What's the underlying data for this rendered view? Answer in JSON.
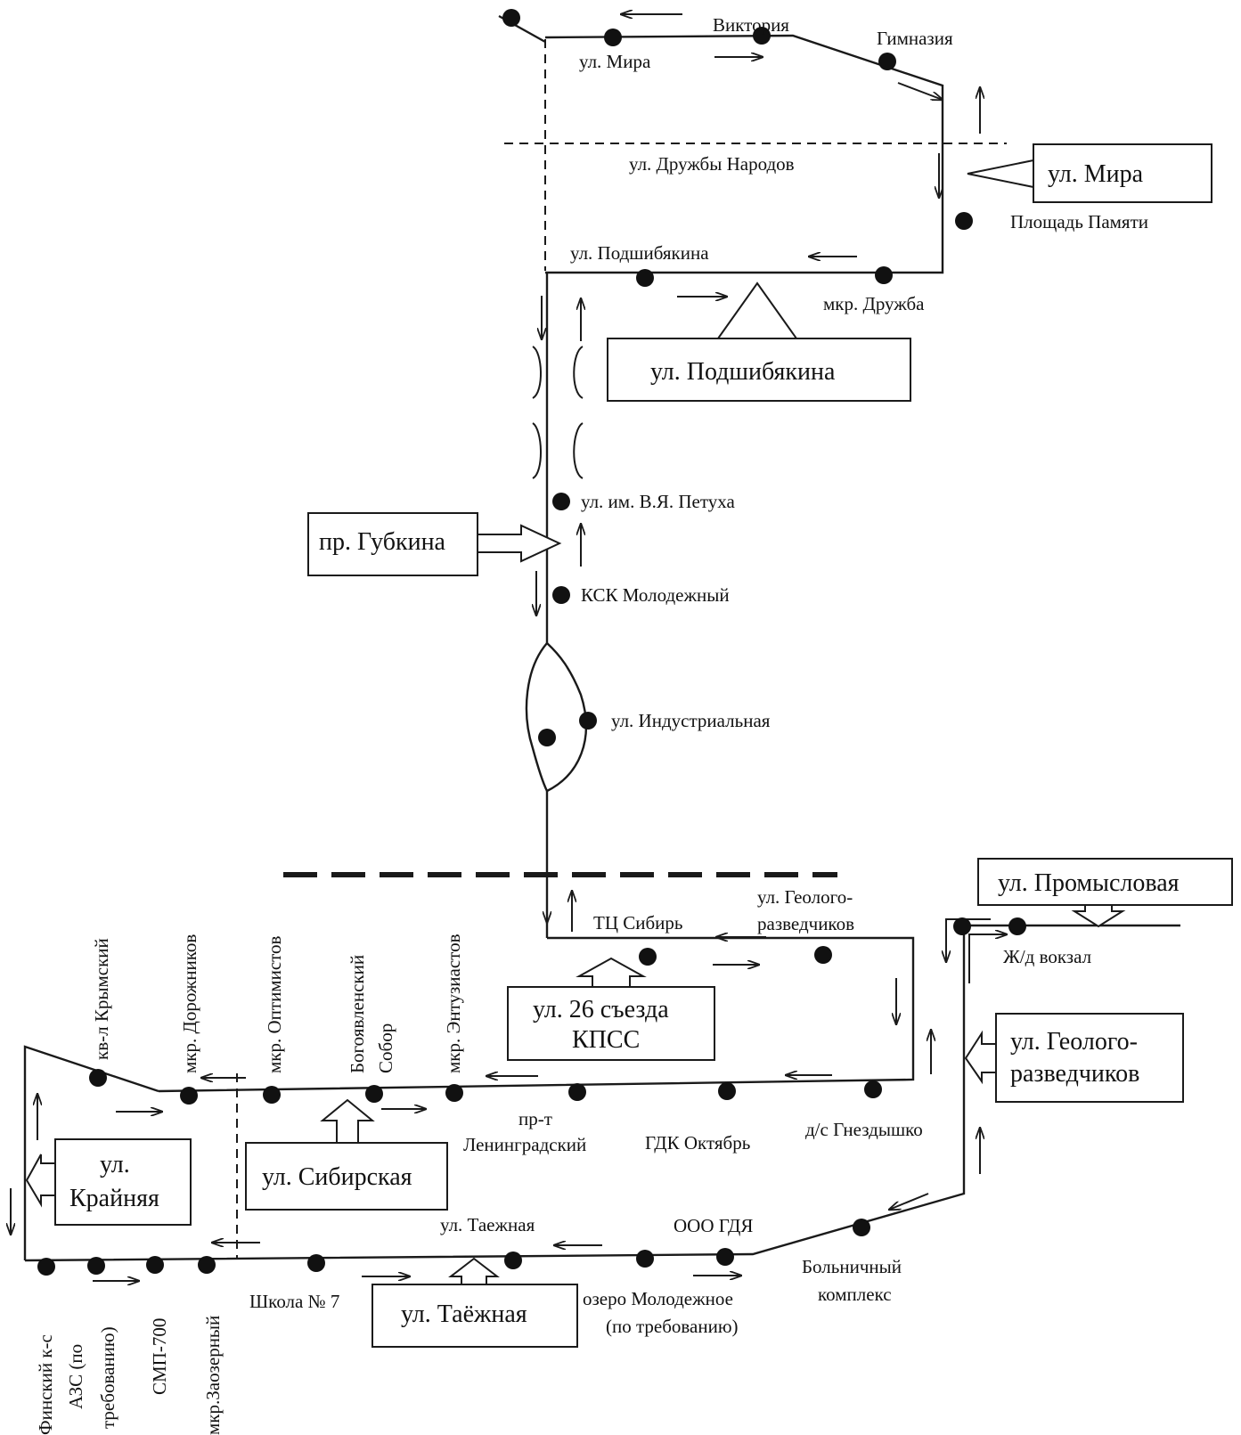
{
  "map": {
    "stops": {
      "viktoriya": "Виктория",
      "ul_mira_top": "ул. Мира",
      "gimnaziya": "Гимназия",
      "ploshchad_pamyati": "Площадь Памяти",
      "ul_podshibyakina": "ул. Подшибякина",
      "mkr_druzhba": "мкр. Дружба",
      "ul_petukha": "ул. им. В.Я. Петуха",
      "ksk_molodezhny": "КСК Молодежный",
      "ul_industrialnaya": "ул. Индустриальная",
      "tts_sibir": "ТЦ Сибирь",
      "geolog_1": "ул. Геолого-",
      "geolog_2": "разведчиков",
      "zhd_vokzal": "Ж/д вокзал",
      "kv_krymsky": "кв-л Крымский",
      "mkr_dorozhnikov": "мкр. Дорожников",
      "mkr_optimistov": "мкр. Оптимистов",
      "bogoyavlensky_1": "Богоявленский",
      "bogoyavlensky_2": "Собор",
      "mkr_entuziastov": "мкр. Энтузиастов",
      "leningradsky_1": "пр-т",
      "leningradsky_2": "Ленинградский",
      "gdk_oktyabr": "ГДК Октябрь",
      "ds_gnezdyshko": "д/с Гнездышко",
      "ul_taezhnaya": "ул. Таежная",
      "ooo_gdya": "ООО ГДЯ",
      "bolnichny_1": "Больничный",
      "bolnichny_2": "комплекс",
      "ozero_1": "озеро Молодежное",
      "ozero_2": "(по требованию)",
      "shkola_7": "Школа № 7",
      "finsky": "Финский к-с",
      "azs_1": "АЗС (по",
      "azs_2": "требованию)",
      "smp_700": "СМП-700",
      "mkr_zaozerny": "мкр.Заозерный"
    },
    "streets": {
      "druzhby_narodov": "ул. Дружбы Народов"
    },
    "boxes": {
      "ul_mira": "ул. Мира",
      "ul_podshibyakina": "ул. Подшибякина",
      "pr_gubkina": "пр. Губкина",
      "ul_26_sezda_1": "ул. 26 съезда",
      "ul_26_sezda_2": "КПСС",
      "ul_promyslovaya": "ул. Промысловая",
      "ul_geolog_1": "ул. Геолого-",
      "ul_geolog_2": "разведчиков",
      "ul_krainyaya_1": "ул.",
      "ul_krainyaya_2": "Крайняя",
      "ul_sibirskaya": "ул. Сибирская",
      "ul_taezhnaya": "ул. Таёжная"
    }
  }
}
